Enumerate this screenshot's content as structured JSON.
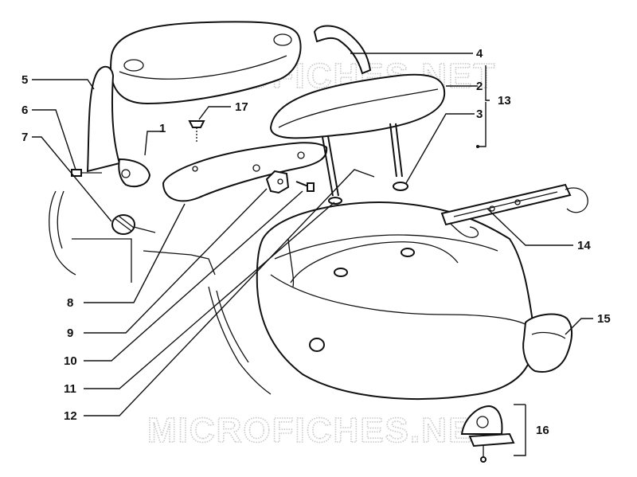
{
  "diagram": {
    "callouts": [
      "1",
      "2",
      "3",
      "4",
      "5",
      "6",
      "7",
      "8",
      "9",
      "10",
      "11",
      "12",
      "13",
      "14",
      "15",
      "16",
      "17"
    ],
    "watermark": "MICROFICHES.NET"
  }
}
